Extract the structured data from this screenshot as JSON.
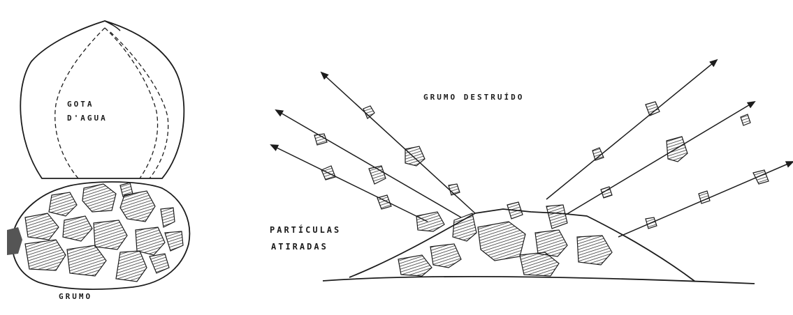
{
  "labels": {
    "drop_line1": "GOTA",
    "drop_line2": "D'AGUA",
    "clod": "GRUMO",
    "destroyed": "GRUMO DESTRUÍDO",
    "particles_line1": "PARTÍCULAS",
    "particles_line2": "ATIRADAS"
  },
  "colors": {
    "ink": "#1c1c1c",
    "paper": "#ffffff"
  }
}
